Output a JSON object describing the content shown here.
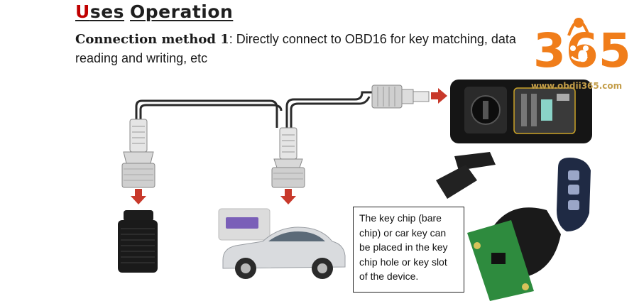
{
  "heading": {
    "first_letter": "U",
    "word1_rest": "ses",
    "word2": "Operation"
  },
  "description": {
    "bold": "Connection method 1",
    "text": ": Directly connect to OBD16 for key matching, data reading and writing, etc"
  },
  "logo": {
    "text": "365",
    "url": "www.obdii365.com"
  },
  "callout": {
    "text": "The key chip (bare chip) or car key can be placed in the key chip hole or key slot of the device."
  },
  "colors": {
    "heading_accent": "#c00000",
    "arrow": "#c8392b",
    "logo_orange": "#f07d1a",
    "logo_url": "#c39d49"
  },
  "icons": [
    "obd-adapter-icon",
    "car-icon",
    "programmer-device-icon",
    "transponder-chip-icon",
    "flip-key-icon"
  ]
}
